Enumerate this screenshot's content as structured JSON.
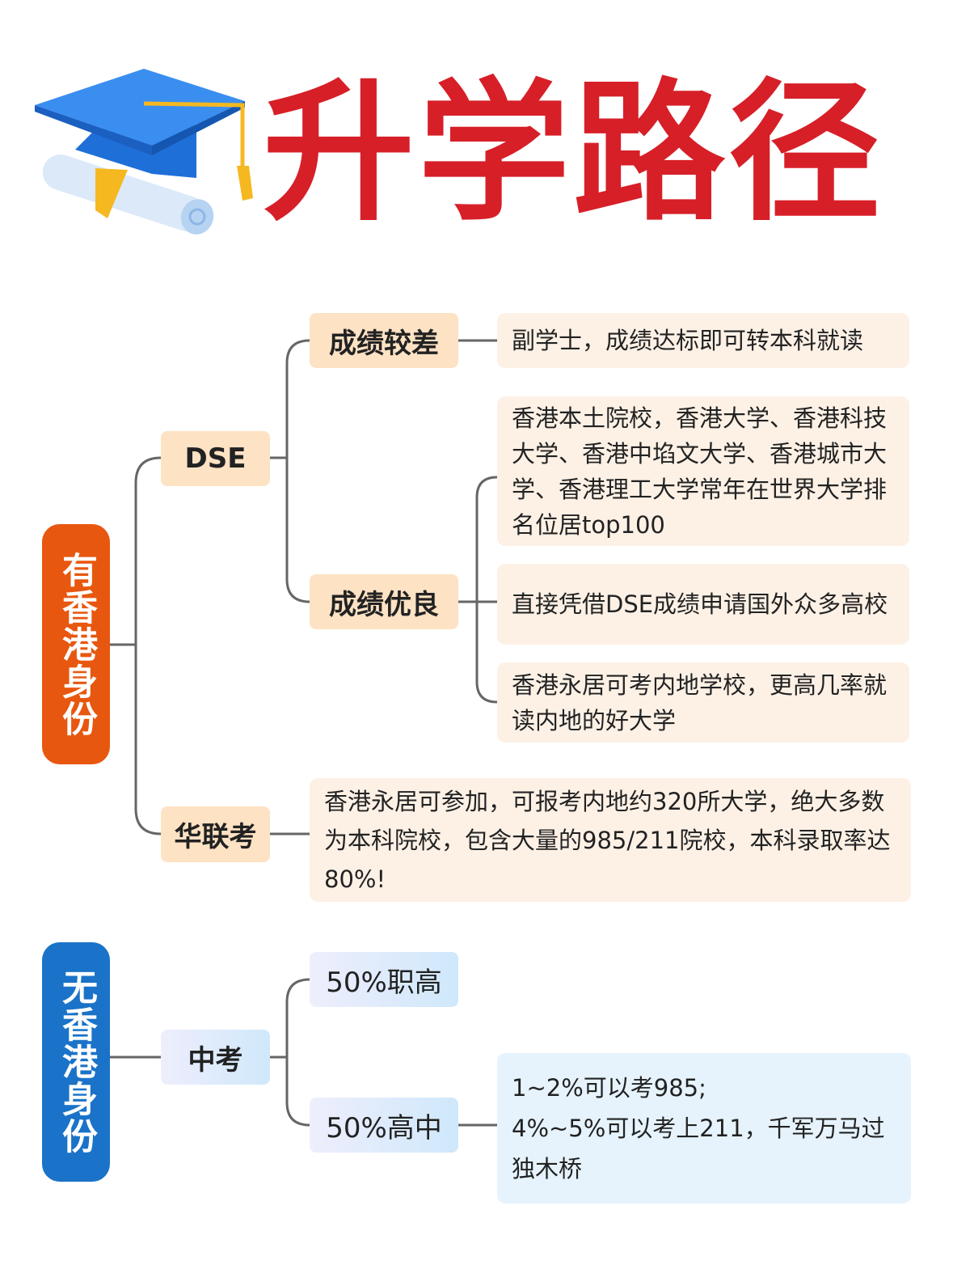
{
  "title": "升学路径",
  "colors": {
    "title": "#d71f28",
    "root_hk": "#e8570f",
    "root_nonhk": "#1a73c8",
    "line": "#666666"
  },
  "icon": "graduation-cap-diploma-icon",
  "branch_hk": {
    "label": "有香港身份",
    "dse": {
      "label": "DSE",
      "poor": {
        "label": "成绩较差",
        "detail": "副学士，成绩达标即可转本科就读"
      },
      "good": {
        "label": "成绩优良",
        "details": [
          "香港本土院校，香港大学、香港科技大学、香港中埳文大学、香港城市大学、香港理工大学常年在世界大学排名位居top100",
          "直接凭借DSE成绩申请国外众多高校",
          "香港永居可考内地学校，更高几率就读内地的好大学"
        ]
      }
    },
    "hualian": {
      "label": "华联考",
      "detail": "香港永居可参加，可报考内地约320所大学，绝大多数为本科院校，包含大量的985/211院校，本科录取率达80%!"
    }
  },
  "branch_nonhk": {
    "label": "无香港身份",
    "zhongkao": {
      "label": "中考",
      "vocational": {
        "label": "50%职高"
      },
      "highschool": {
        "label": "50%高中",
        "detail": "1~2%可以考985;\n4%~5%可以考上211，千军万马过独木桥"
      }
    }
  }
}
